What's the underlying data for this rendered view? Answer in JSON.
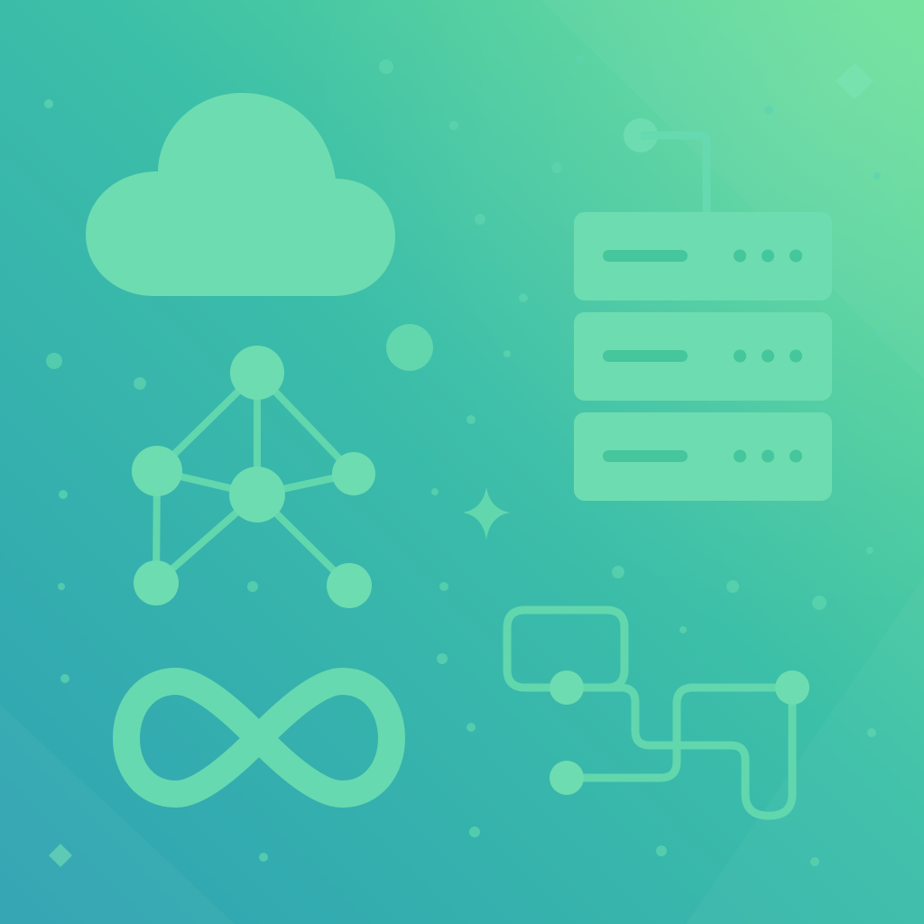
{
  "palette": {
    "gradient_start": "#2FA2B3",
    "gradient_mid": "#3CBFA8",
    "gradient_end": "#66E093",
    "shape_fill": "#6DDCB0",
    "shape_inset": "#45C69C",
    "shape_line": "#67D9B0",
    "particle": "#5ED4AE"
  },
  "illustrations": [
    {
      "icon": "cloud-icon"
    },
    {
      "icon": "server-stack-icon",
      "units": 3
    },
    {
      "icon": "network-graph-icon",
      "nodes": 6
    },
    {
      "icon": "infinity-loop-icon"
    },
    {
      "icon": "circuit-path-icon",
      "endpoints": 3
    },
    {
      "icon": "sparkle-icon"
    }
  ]
}
